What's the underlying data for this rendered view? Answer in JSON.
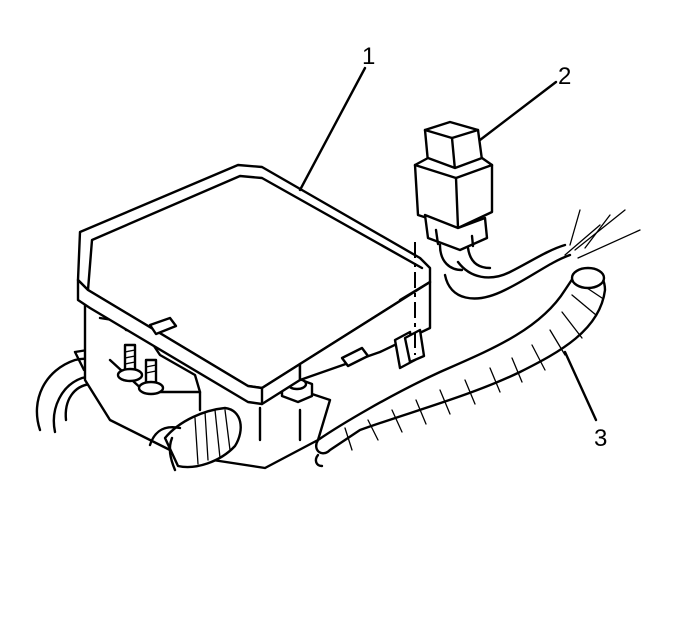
{
  "callouts": [
    {
      "id": "1",
      "label": "1"
    },
    {
      "id": "2",
      "label": "2"
    },
    {
      "id": "3",
      "label": "3"
    }
  ],
  "colors": {
    "ink": "#000000",
    "paper": "#ffffff"
  },
  "icons": [
    "fuse-block-cover",
    "relay-connector",
    "wiring-harness",
    "mounting-bolt"
  ]
}
